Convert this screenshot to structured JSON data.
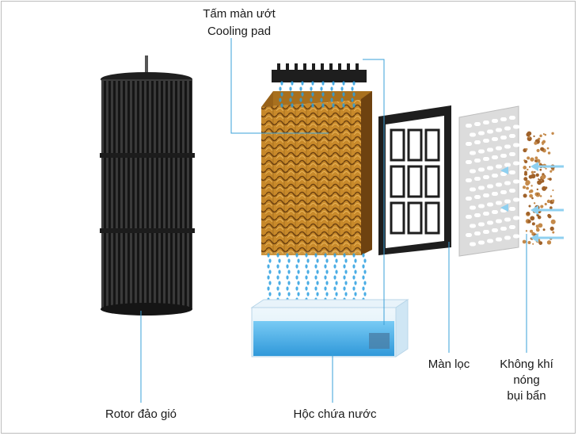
{
  "labels": {
    "pad_line1": "Tấm màn ướt",
    "pad_line2": "Cooling pad",
    "rotor": "Rotor đảo gió",
    "tank": "Hộc chứa nước",
    "filter": "Màn lọc",
    "air_line1": "Không khí",
    "air_line2": "nóng",
    "air_line3": "bụi bẩn"
  },
  "colors": {
    "leader": "#3aa0d8",
    "rotor": "#2b2b2b",
    "pad": "#c98a2a",
    "pad_dark": "#7a4a10",
    "water": "#2a9fe0",
    "filter_frame": "#2a2a2a",
    "dust": "#a0622a",
    "arrow": "#8fd0f0"
  },
  "icons": [
    "fan-rotor",
    "cooling-pad",
    "water-tank",
    "filter-frame",
    "honeycomb-filter",
    "dust-particles",
    "airflow-arrow"
  ]
}
